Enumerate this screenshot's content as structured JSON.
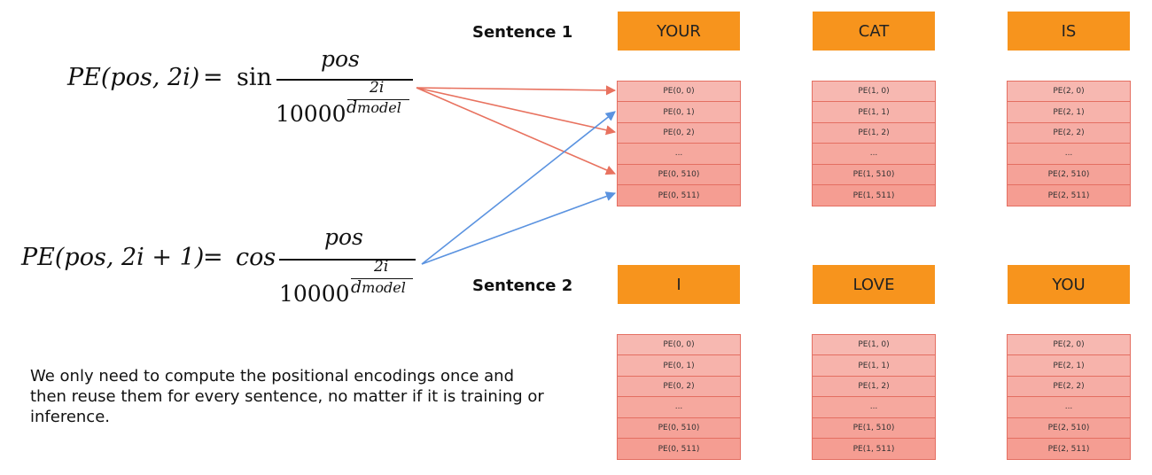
{
  "formulas": {
    "sin": {
      "lhs_fn": "PE",
      "lhs_args": "(pos, 2i)",
      "eq": "=",
      "fn": "sin",
      "numerator": "pos",
      "den_base": "10000",
      "exp_num": "2i",
      "exp_den": "d",
      "exp_den_sub": "model"
    },
    "cos": {
      "lhs_fn": "PE",
      "lhs_args": "(pos, 2i + 1)",
      "eq": "=",
      "fn": "cos",
      "numerator": "pos",
      "den_base": "10000",
      "exp_num": "2i",
      "exp_den": "d",
      "exp_den_sub": "model"
    }
  },
  "sentences": [
    {
      "label": "Sentence 1",
      "tokens": [
        "YOUR",
        "CAT",
        "IS"
      ],
      "stacks": [
        [
          "PE(0, 0)",
          "PE(0, 1)",
          "PE(0, 2)",
          "...",
          "PE(0, 510)",
          "PE(0, 511)"
        ],
        [
          "PE(1, 0)",
          "PE(1, 1)",
          "PE(1, 2)",
          "...",
          "PE(1, 510)",
          "PE(1, 511)"
        ],
        [
          "PE(2, 0)",
          "PE(2, 1)",
          "PE(2, 2)",
          "...",
          "PE(2, 510)",
          "PE(2, 511)"
        ]
      ]
    },
    {
      "label": "Sentence 2",
      "tokens": [
        "I",
        "LOVE",
        "YOU"
      ],
      "stacks": [
        [
          "PE(0, 0)",
          "PE(0, 1)",
          "PE(0, 2)",
          "...",
          "PE(0, 510)",
          "PE(0, 511)"
        ],
        [
          "PE(1, 0)",
          "PE(1, 1)",
          "PE(1, 2)",
          "...",
          "PE(1, 510)",
          "PE(1, 511)"
        ],
        [
          "PE(2, 0)",
          "PE(2, 1)",
          "PE(2, 2)",
          "...",
          "PE(2, 510)",
          "PE(2, 511)"
        ]
      ]
    }
  ],
  "caption": "We only need to compute the positional encodings once and then reuse them for every sentence, no matter if it is training or inference.",
  "colors": {
    "token_fill": "#f7941d",
    "cell_top": "#f7b8b1",
    "cell_bottom": "#f59d92",
    "cell_border": "#e46f62",
    "arrow_sin": "#e8725f",
    "arrow_cos": "#5b93e0"
  }
}
